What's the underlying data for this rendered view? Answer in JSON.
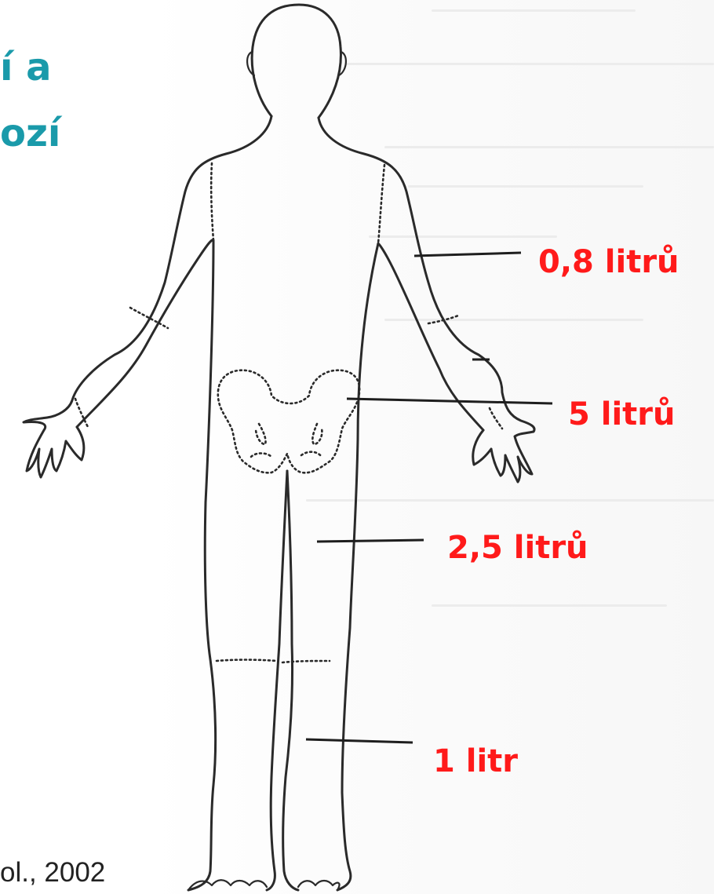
{
  "slide": {
    "heading_line1": "í a",
    "heading_line2": "ozí",
    "citation": "ol., 2002"
  },
  "diagram": {
    "figure": "human-body-outline-front-view",
    "labels": [
      {
        "id": "upper-limb",
        "text": "0,8 litrů"
      },
      {
        "id": "pelvis",
        "text": "5 litrů"
      },
      {
        "id": "thigh",
        "text": "2,5 litrů"
      },
      {
        "id": "lower-leg",
        "text": "1 litr"
      }
    ]
  },
  "colors": {
    "heading": "#1a9aaa",
    "label": "#ff1a1a",
    "outline": "#2a2a2a"
  }
}
